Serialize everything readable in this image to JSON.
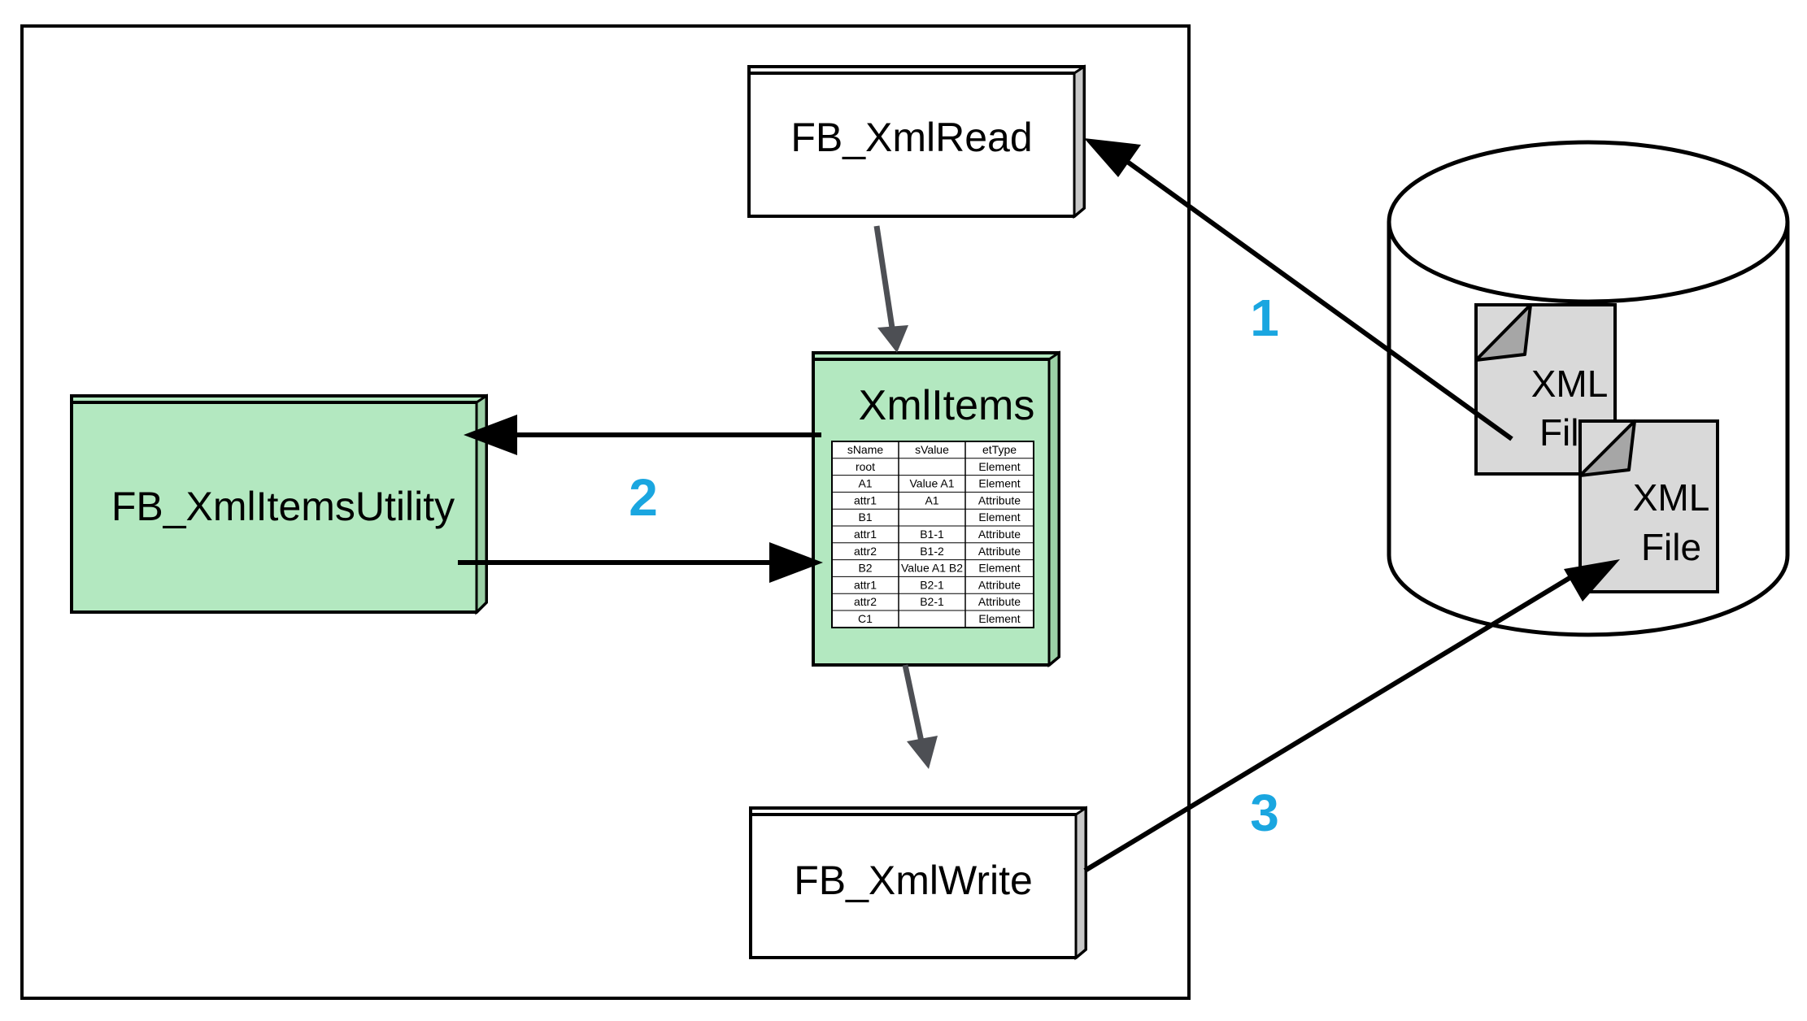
{
  "diagram": {
    "blocks": {
      "xml_read": {
        "label": "FB_XmlRead"
      },
      "xml_write": {
        "label": "FB_XmlWrite"
      },
      "items_utility": {
        "label": "FB_XmlItemsUtility"
      },
      "xml_items": {
        "label": "XmlItems"
      }
    },
    "storage": {
      "file1": {
        "line1": "XML",
        "line2": "File"
      },
      "file2": {
        "line1": "XML",
        "line2": "File"
      }
    },
    "steps": [
      {
        "label": "1"
      },
      {
        "label": "2"
      },
      {
        "label": "3"
      }
    ],
    "table": {
      "headers": [
        "sName",
        "sValue",
        "etType"
      ],
      "rows": [
        [
          "root",
          "",
          "Element"
        ],
        [
          "A1",
          "Value A1",
          "Element"
        ],
        [
          "attr1",
          "A1",
          "Attribute"
        ],
        [
          "B1",
          "",
          "Element"
        ],
        [
          "attr1",
          "B1-1",
          "Attribute"
        ],
        [
          "attr2",
          "B1-2",
          "Attribute"
        ],
        [
          "B2",
          "Value A1 B2",
          "Element"
        ],
        [
          "attr1",
          "B2-1",
          "Attribute"
        ],
        [
          "attr2",
          "B2-1",
          "Attribute"
        ],
        [
          "C1",
          "",
          "Element"
        ]
      ]
    },
    "colors": {
      "green_fill": "#b3e8c0",
      "green_side": "#9bd0a6",
      "file_fill": "#d9d9d9",
      "step_blue": "#1aa6e0",
      "arrow_gray": "#4d4f54"
    }
  }
}
